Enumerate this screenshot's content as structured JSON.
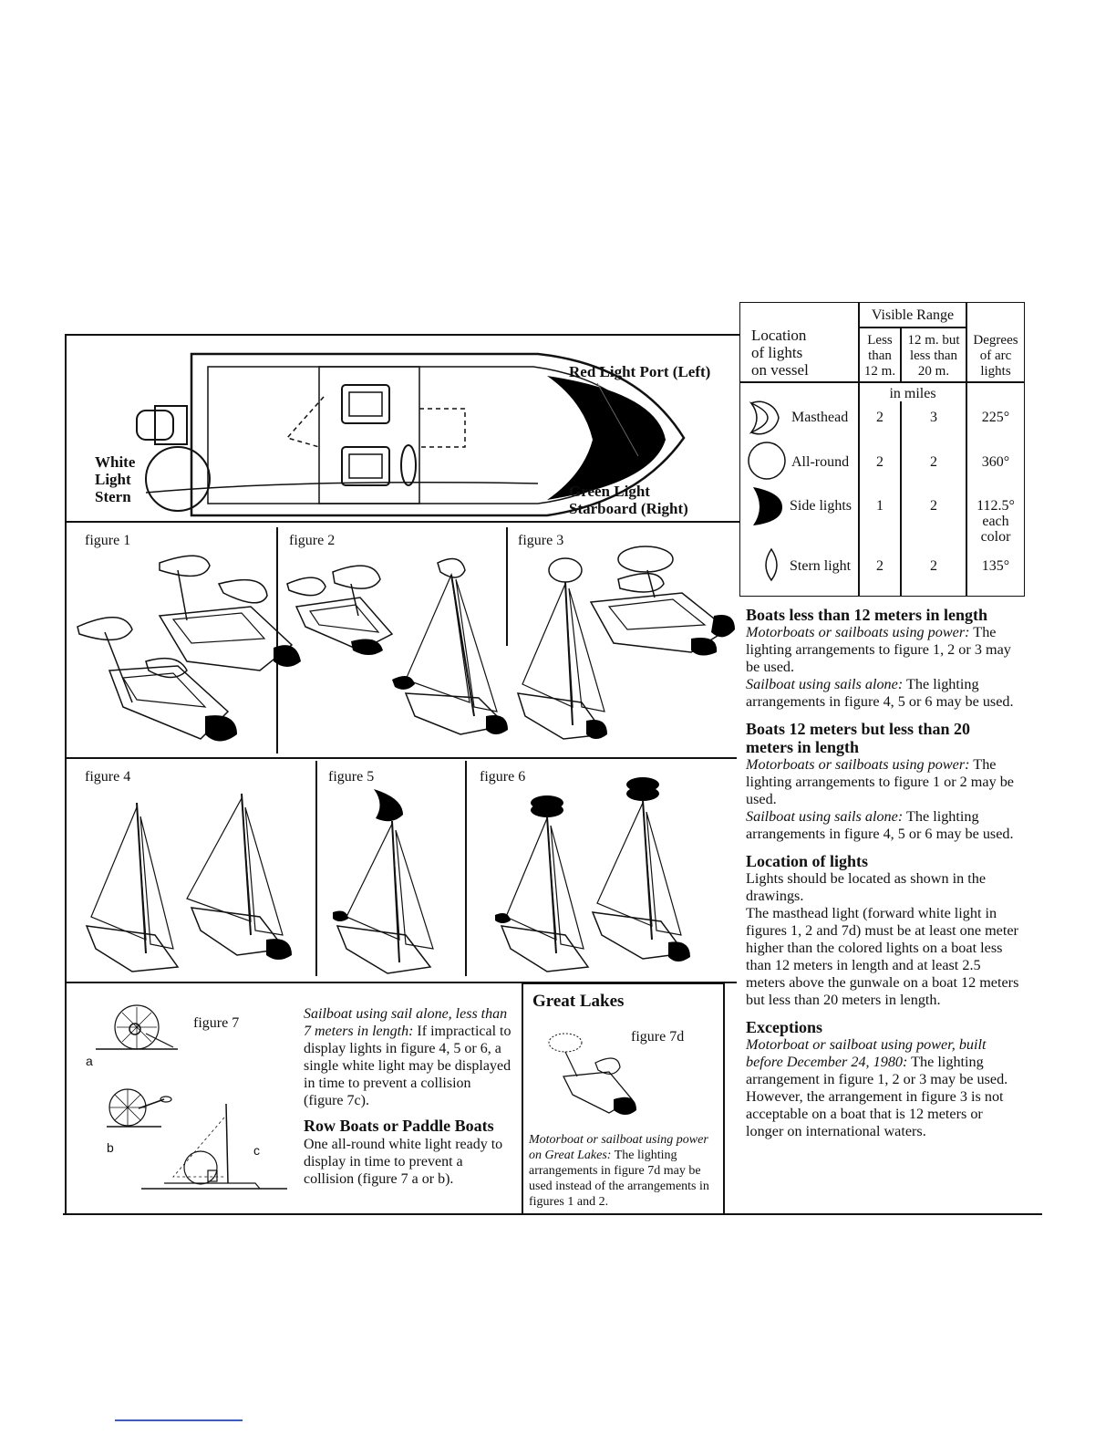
{
  "hero": {
    "red_label": "Red Light Port (Left)",
    "green_label_1": "Green Light",
    "green_label_2": "Starboard (Right)",
    "white_label_1": "White",
    "white_label_2": "Light",
    "white_label_3": "Stern"
  },
  "figures": {
    "f1": "figure 1",
    "f2": "figure 2",
    "f3": "figure 3",
    "f4": "figure 4",
    "f5": "figure 5",
    "f6": "figure 6",
    "f7": "figure 7",
    "f7d": "figure 7d",
    "a": "a",
    "b": "b",
    "c": "c"
  },
  "table": {
    "visible_range": "Visible Range",
    "col_location": [
      "Location",
      "of lights",
      "on vessel"
    ],
    "col_less": [
      "Less",
      "than",
      "12 m."
    ],
    "col_12m": [
      "12 m. but",
      "less than",
      "20 m."
    ],
    "col_degrees": [
      "Degrees",
      "of arc",
      "lights"
    ],
    "in_miles": "in miles",
    "rows": [
      {
        "name": "Masthead",
        "less": "2",
        "mid": "3",
        "deg": "225°"
      },
      {
        "name": "All-round",
        "less": "2",
        "mid": "2",
        "deg": "360°"
      },
      {
        "name": "Side lights",
        "less": "1",
        "mid": "2",
        "deg": "112.5°",
        "deg2": "each",
        "deg3": "color"
      },
      {
        "name": "Stern light",
        "less": "2",
        "mid": "2",
        "deg": "135°"
      }
    ]
  },
  "right": {
    "s1_title": "Boats less than 12 meters in length",
    "s1_p1_ital": "Motorboats or sailboats using power:",
    "s1_p1_rest": " The lighting arrangements to figure 1, 2 or 3 may be used.",
    "s1_p2_ital": "Sailboat using sails alone:",
    "s1_p2_rest": " The lighting arrangements in figure 4, 5 or 6 may be used.",
    "s2_title": "Boats 12 meters but less than 20 meters in length",
    "s2_p1_ital": "Motorboats or sailboats using power:",
    "s2_p1_rest": " The lighting arrangements to figure 1 or 2 may be used.",
    "s2_p2_ital": "Sailboat using sails alone:",
    "s2_p2_rest": " The lighting arrangements in figure 4, 5 or 6 may be used.",
    "s3_title": "Location of lights",
    "s3_p1": "Lights should be located as shown in the drawings.",
    "s3_p2": "The masthead light (forward white light in figures 1, 2 and 7d) must be at least one meter higher than the colored lights on a boat less than 12 meters in length and at least 2.5 meters above the gunwale on a boat 12 meters but less than 20 meters in length.",
    "s4_title": "Exceptions",
    "s4_p1_ital": "Motorboat or sailboat using power, built before December 24, 1980:",
    "s4_p1_rest": " The lighting arrangement in figure 1, 2 or 3 may be used. However, the arrangement in figure 3 is not acceptable on a boat that is 12 meters or longer on international waters."
  },
  "mid": {
    "p1_ital": "Sailboat using sail alone, less than 7 meters in length:",
    "p1_rest": " If impractical to display lights in figure 4, 5 or 6, a single white light may be displayed in time to prevent a collision (figure 7c).",
    "h2": "Row Boats or Paddle Boats",
    "p2": "One all-round white light ready to display in time to prevent a collision (figure 7 a or b)."
  },
  "great_lakes": {
    "title": "Great Lakes",
    "p_ital": "Motorboat or sailboat using power on Great Lakes:",
    "p_rest": " The lighting arrangements in figure 7d may be used instead of the arrangements in figures 1 and 2."
  }
}
